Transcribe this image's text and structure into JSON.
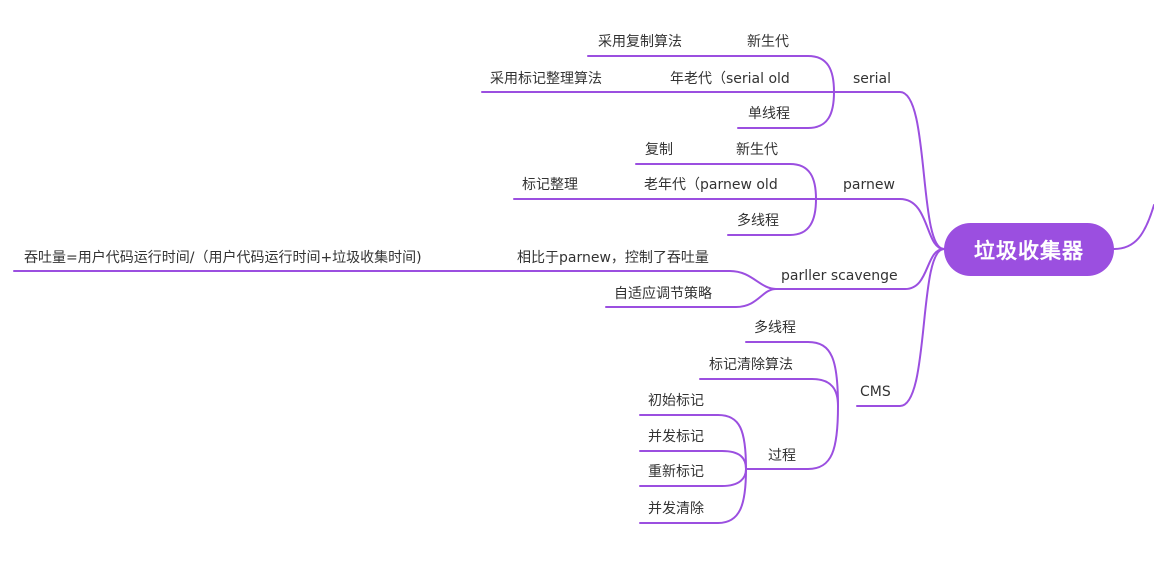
{
  "colors": {
    "edge": "#9b4fe0",
    "root_fill": "#9b4fe0",
    "text": "#333333",
    "background": "#ffffff"
  },
  "root": {
    "label": "垃圾收集器"
  },
  "serial": {
    "label": "serial",
    "young": {
      "label": "新生代",
      "note": "采用复制算法"
    },
    "old": {
      "label": "年老代（serial old",
      "note": "采用标记整理算法"
    },
    "thread": {
      "label": "单线程"
    }
  },
  "parnew": {
    "label": "parnew",
    "young": {
      "label": "新生代",
      "note": "复制"
    },
    "old": {
      "label": "老年代（parnew old",
      "note": "标记整理"
    },
    "thread": {
      "label": "多线程"
    }
  },
  "scavenge": {
    "label": "parller scavenge",
    "throughput": {
      "label": "相比于parnew，控制了吞吐量",
      "note": "吞吐量=用户代码运行时间/（用户代码运行时间+垃圾收集时间)"
    },
    "adaptive": {
      "label": "自适应调节策略"
    }
  },
  "cms": {
    "label": "CMS",
    "thread": {
      "label": "多线程"
    },
    "algo": {
      "label": "标记清除算法"
    },
    "process": {
      "label": "过程",
      "steps": [
        "初始标记",
        "并发标记",
        "重新标记",
        "并发清除"
      ]
    }
  }
}
